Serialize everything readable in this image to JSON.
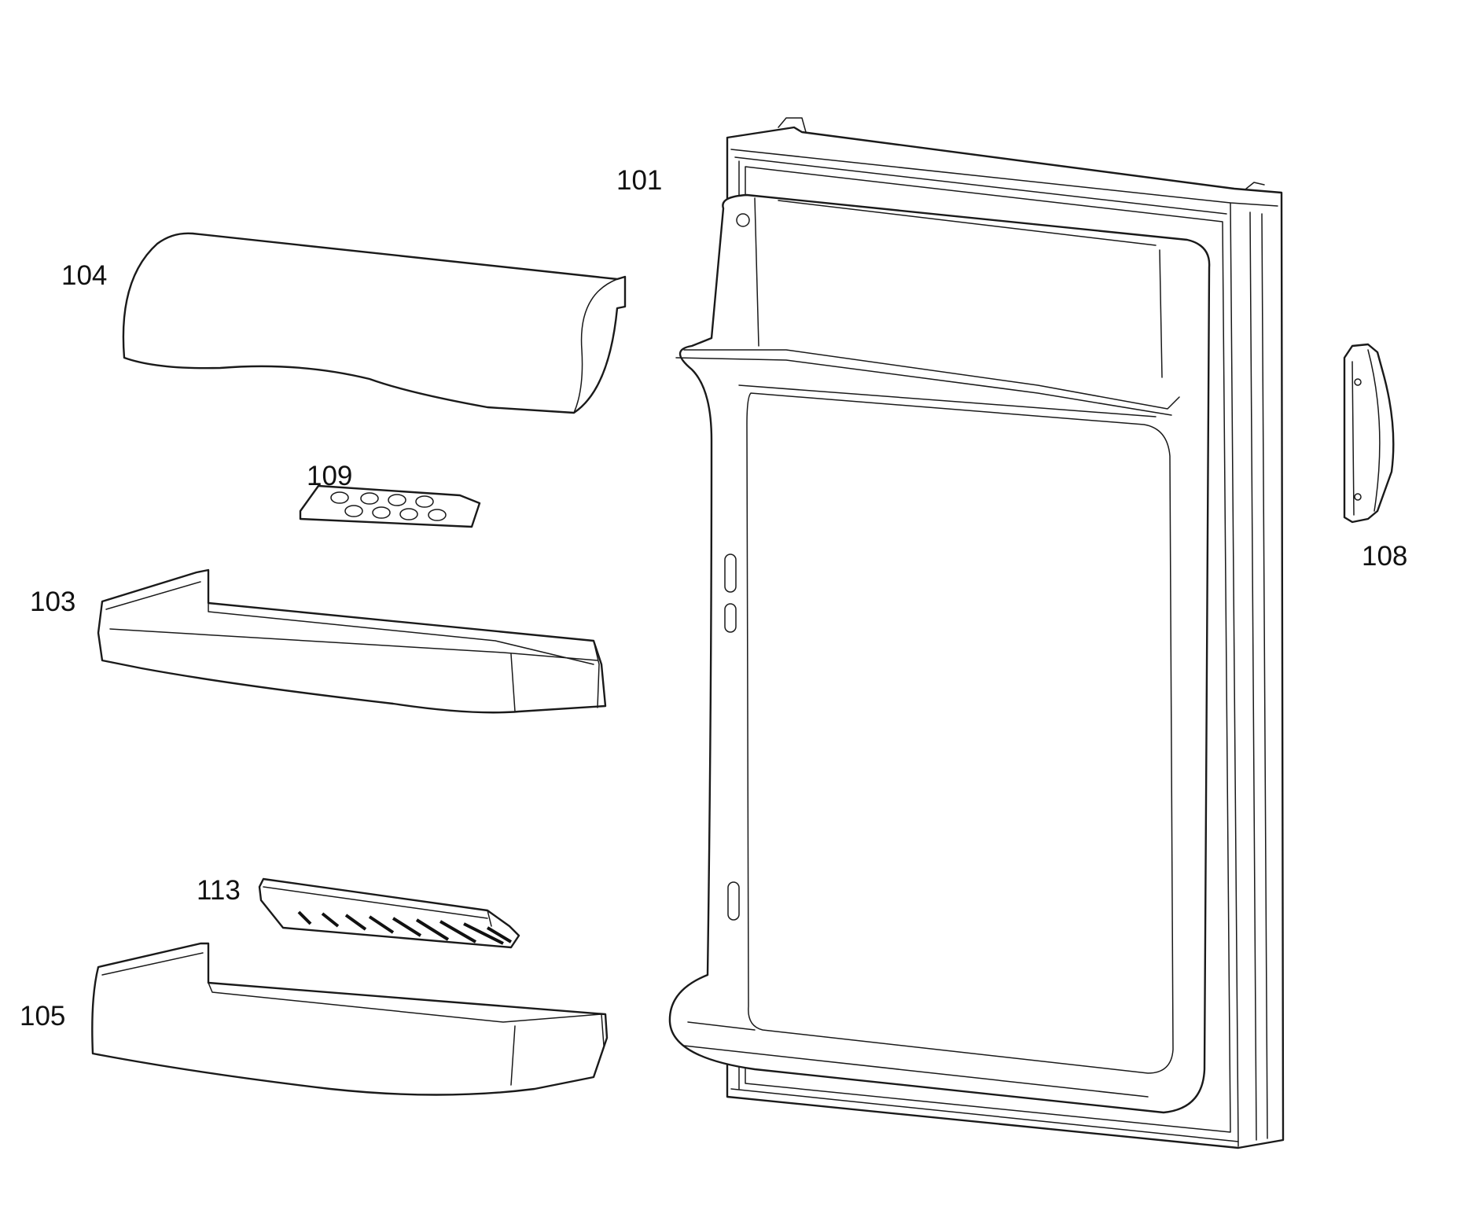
{
  "diagram": {
    "parts": [
      {
        "id": "door",
        "label": "101"
      },
      {
        "id": "upper-cover",
        "label": "104"
      },
      {
        "id": "egg-tray",
        "label": "109"
      },
      {
        "id": "middle-shelf",
        "label": "103"
      },
      {
        "id": "handle",
        "label": "108"
      },
      {
        "id": "bottle-retainer",
        "label": "113"
      },
      {
        "id": "lower-shelf",
        "label": "105"
      }
    ]
  },
  "colors": {
    "line": "#1a1a1a",
    "background": "#ffffff"
  }
}
